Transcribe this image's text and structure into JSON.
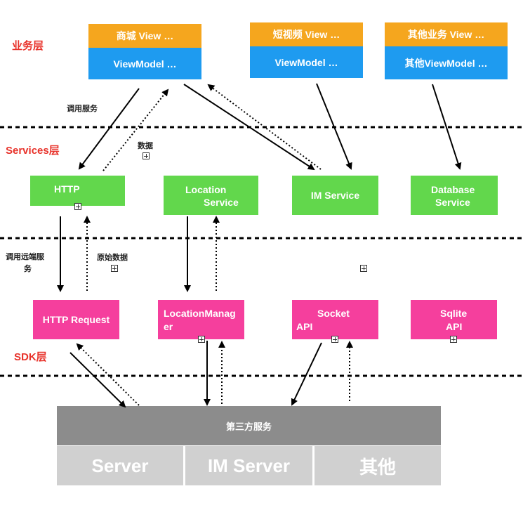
{
  "layers": {
    "business": "业务层",
    "services": "Services层",
    "sdk": "SDK层"
  },
  "business_modules": [
    {
      "view": "商城 View …",
      "viewmodel": "ViewModel …"
    },
    {
      "view": "短视频 View …",
      "viewmodel": "ViewModel …"
    },
    {
      "view": "其他业务 View …",
      "viewmodel": "其他ViewModel …"
    }
  ],
  "services": {
    "http": "HTTP",
    "location_line1": "Location",
    "location_line2": "Service",
    "im": "IM Service",
    "database_line1": "Database",
    "database_line2": "Service"
  },
  "sdk": {
    "http_request": "HTTP Request",
    "location_manager_line1": "LocationManag",
    "location_manager_line2": "er",
    "socket_line1": "Socket",
    "socket_line2": "API",
    "sqlite_line1": "Sqlite",
    "sqlite_line2": "API"
  },
  "annotations": {
    "call_service": "调用服务",
    "data": "数据",
    "call_remote_line1": "调用远端服",
    "call_remote_line2": "务",
    "raw_data": "原始数据"
  },
  "third_party": {
    "title": "第三方服务",
    "items": [
      "Server",
      "IM Server",
      "其他"
    ]
  },
  "colors": {
    "layer_label": "#e8322a",
    "view": "#f5a61e",
    "viewmodel": "#1e9bf0",
    "service": "#62d74c",
    "sdk": "#f53f9d",
    "third_party_header": "#8c8c8c",
    "third_party_cell": "#d0d0d0"
  }
}
